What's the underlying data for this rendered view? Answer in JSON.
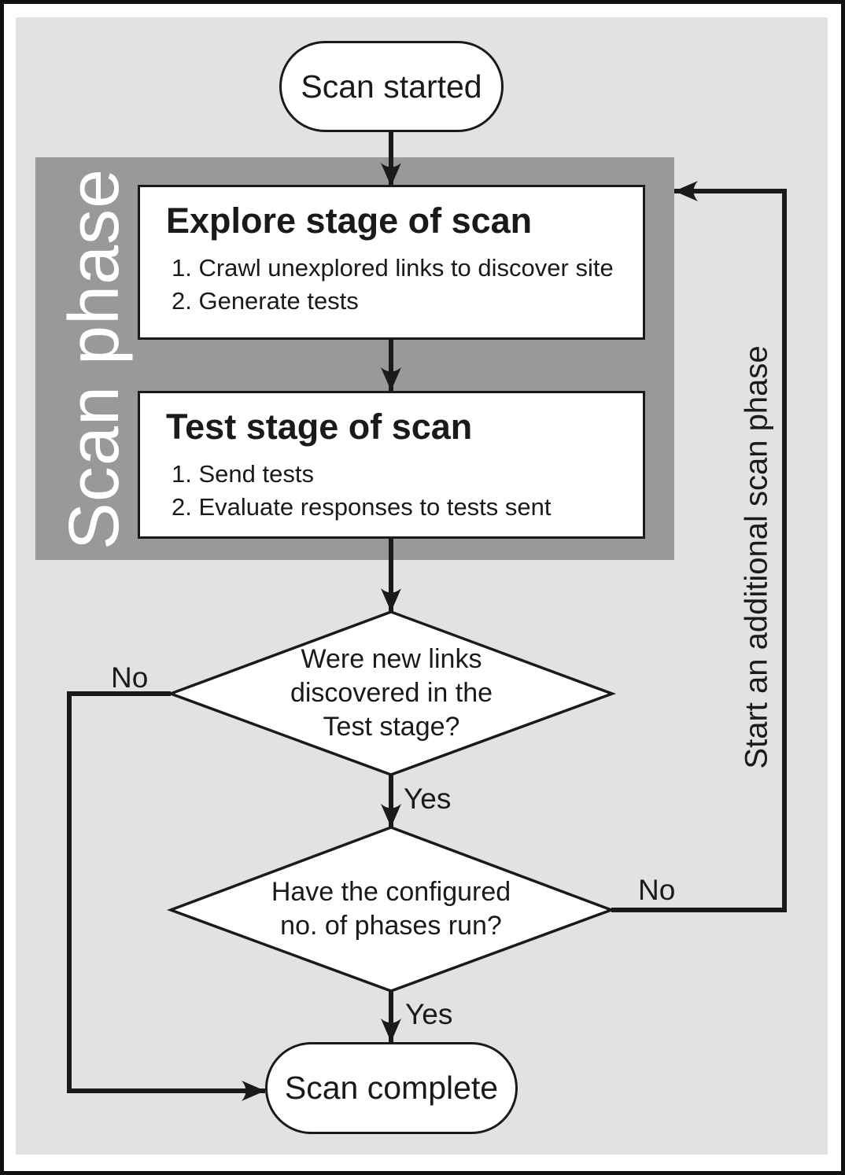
{
  "colors": {
    "canvas-bg": "#ffffff",
    "panel-bg": "#e2e2e2",
    "phase-bg": "#999999",
    "node-bg": "#ffffff",
    "line": "#1a1a1a",
    "text": "#1a1a1a",
    "phase-text": "#ffffff"
  },
  "nodes": {
    "start": {
      "label": "Scan started"
    },
    "phase_band": {
      "label": "Scan phase"
    },
    "explore": {
      "title": "Explore stage of scan",
      "steps": [
        "1. Crawl unexplored links to discover site",
        "2. Generate tests"
      ]
    },
    "test": {
      "title": "Test stage of scan",
      "steps": [
        "1. Send tests",
        "2. Evaluate responses to tests sent"
      ]
    },
    "decision_links": {
      "lines": [
        "Were new links",
        "discovered in the",
        "Test stage?"
      ]
    },
    "decision_phases": {
      "lines": [
        "Have the configured",
        "no. of phases run?"
      ]
    },
    "complete": {
      "label": "Scan complete"
    }
  },
  "edge_labels": {
    "decision_links_yes": "Yes",
    "decision_links_no": "No",
    "decision_phases_yes": "Yes",
    "decision_phases_no": "No",
    "loop": "Start an additional scan phase"
  }
}
